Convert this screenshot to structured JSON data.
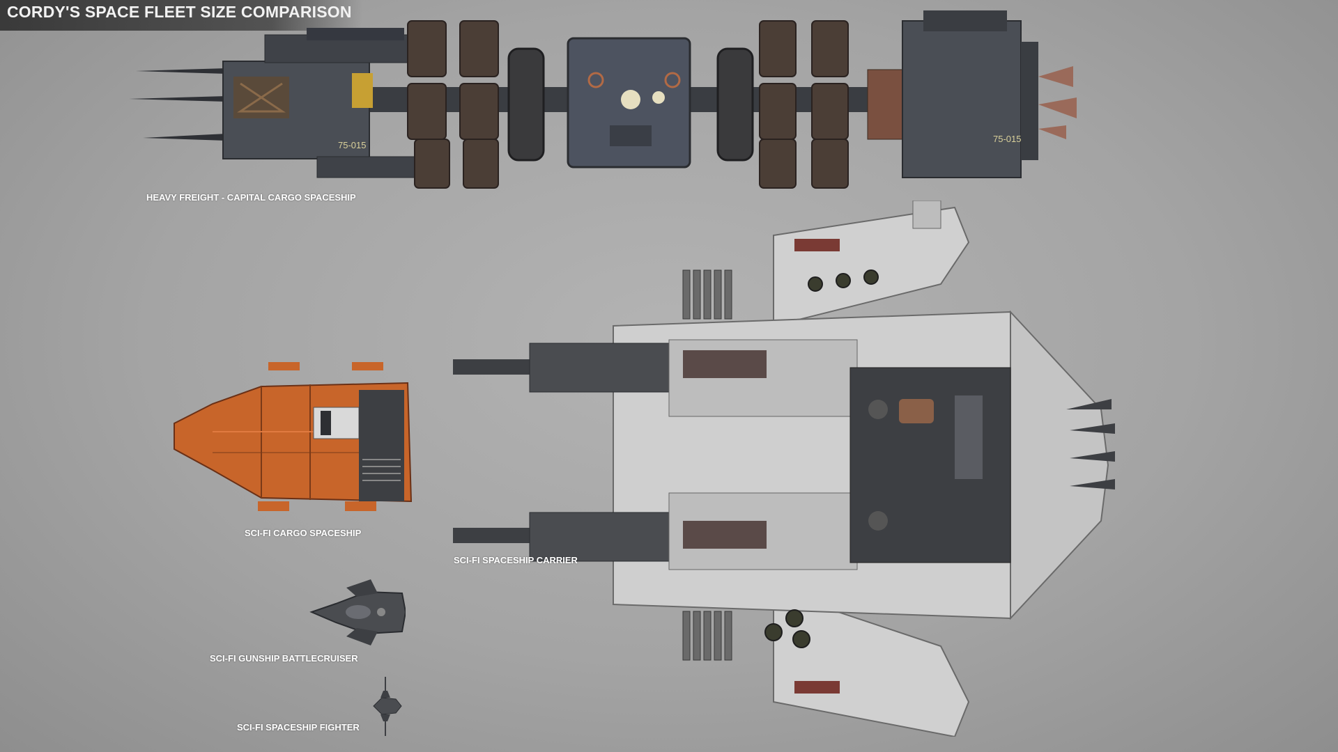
{
  "title": "CORDY'S SPACE FLEET SIZE COMPARISON",
  "ships": {
    "heavy_freight": {
      "label": "HEAVY FREIGHT - CAPITAL CARGO SPACESHIP",
      "hull_code": "75-015"
    },
    "cargo": {
      "label": "SCI-FI CARGO SPACESHIP"
    },
    "carrier": {
      "label": "SCI-FI  SPACESHIP CARRIER"
    },
    "gunship": {
      "label": "SCI-FI GUNSHIP BATTLECRUISER"
    },
    "fighter": {
      "label": "SCI-FI SPACESHIP FIGHTER"
    }
  },
  "colors": {
    "background": "#a6a6a6",
    "freight_hull": "#4a4e55",
    "cargo_hull": "#c8652a",
    "carrier_hull": "#d0d0d0",
    "carrier_dark": "#3d3f43"
  }
}
